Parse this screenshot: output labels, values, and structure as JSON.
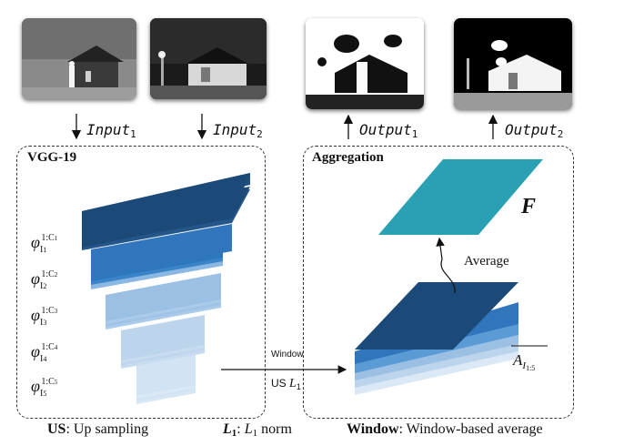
{
  "inputs": [
    {
      "label": "Input",
      "sub": "1"
    },
    {
      "label": "Input",
      "sub": "2"
    }
  ],
  "outputs": [
    {
      "label": "Output",
      "sub": "1"
    },
    {
      "label": "Output",
      "sub": "2"
    }
  ],
  "vgg": {
    "title": "VGG-19",
    "features": [
      {
        "phi": "φ",
        "sub": "I",
        "subsub": "1",
        "sup": "1:C",
        "supsub": "1"
      },
      {
        "phi": "φ",
        "sub": "I",
        "subsub": "2",
        "sup": "1:C",
        "supsub": "2"
      },
      {
        "phi": "φ",
        "sub": "I",
        "subsub": "3",
        "sup": "1:C",
        "supsub": "3"
      },
      {
        "phi": "φ",
        "sub": "I",
        "subsub": "4",
        "sup": "1:C",
        "supsub": "4"
      },
      {
        "phi": "φ",
        "sub": "I",
        "subsub": "5",
        "sup": "1:C",
        "supsub": "5"
      }
    ]
  },
  "aggregation": {
    "title": "Aggregation",
    "result_label": "F",
    "average_label": "Average",
    "stack_label": "A",
    "stack_sub": "I",
    "stack_subsub": "1:5"
  },
  "connector": {
    "window": "Window",
    "us": "US",
    "l": "L",
    "l_sub": "1"
  },
  "captions": {
    "us_bold": "US",
    "us_text": ": Up sampling",
    "l_bold": "L",
    "l_bold_sub": "1",
    "l_text": ": ",
    "l_italic": "L",
    "l_italic_sub": "1",
    "l_rest": " norm",
    "window_bold": "Window",
    "window_text": ": Window-based average"
  },
  "colors": {
    "dark": "#1c4a78",
    "mid": "#3176bd",
    "light1": "#7fb0dd",
    "light2": "#a9c9e8",
    "light3": "#d2e3f4",
    "teal": "#2aa0b5"
  }
}
